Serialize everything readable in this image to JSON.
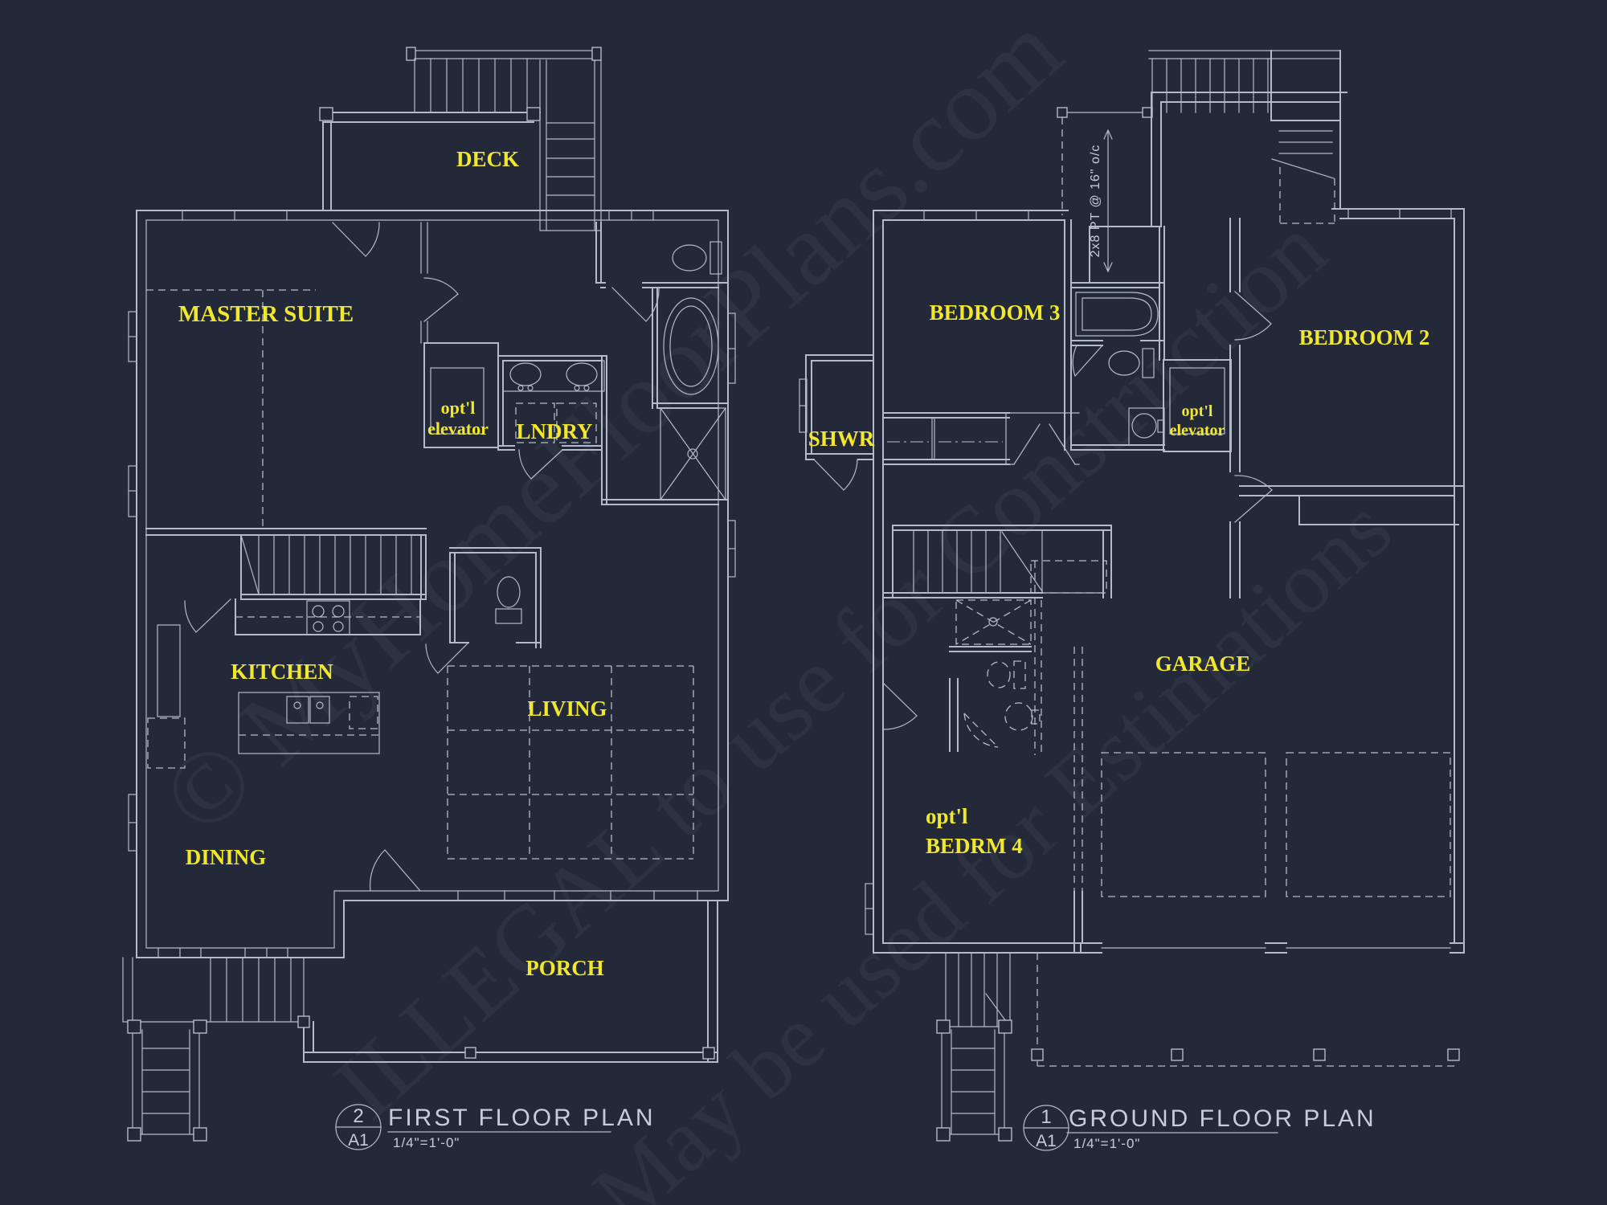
{
  "colors": {
    "bg": "#232939",
    "line": "#b3bac9",
    "cad": "#c6ccda",
    "label": "#f0e72e",
    "watermark": "#c8cfe0"
  },
  "watermarks": {
    "line1": "© MyHomeFloorPlans.com",
    "line2": "ILLEGAL to use for Construction",
    "line3": "May be used for Estimations"
  },
  "first_floor": {
    "labels": {
      "deck": "DECK",
      "master_suite": "MASTER SUITE",
      "elevator_line1": "opt'l",
      "elevator_line2": "elevator",
      "laundry": "LNDRY",
      "kitchen": "KITCHEN",
      "living": "LIVING",
      "dining": "DINING",
      "porch": "PORCH"
    },
    "titleblock": {
      "number": "2",
      "sheet": "A1",
      "title": "FIRST FLOOR PLAN",
      "scale": "1/4\"=1'-0\""
    }
  },
  "ground_floor": {
    "labels": {
      "bedroom3": "BEDROOM 3",
      "bedroom2": "BEDROOM 2",
      "shower": "SHWR",
      "elevator_line1": "opt'l",
      "elevator_line2": "elevator",
      "garage": "GARAGE",
      "bedrm4_line1": "opt'l",
      "bedrm4_line2": "BEDRM 4"
    },
    "annotation": "2x8 PT @ 16\" o/c",
    "titleblock": {
      "number": "1",
      "sheet": "A1",
      "title": "GROUND FLOOR PLAN",
      "scale": "1/4\"=1'-0\""
    }
  }
}
